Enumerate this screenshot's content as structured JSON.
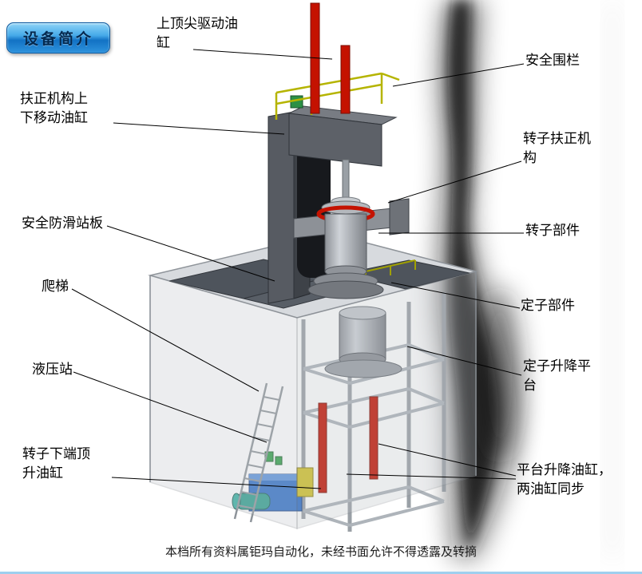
{
  "badge": {
    "label": "设备简介"
  },
  "labels": [
    {
      "id": "top-center-drive-cylinder",
      "text": "上顶尖驱动油\n缸"
    },
    {
      "id": "safety-fence",
      "text": "安全围栏"
    },
    {
      "id": "centering-updown-cylinder",
      "text": "扶正机构上\n下移动油缸"
    },
    {
      "id": "rotor-centering-mechanism",
      "text": "转子扶正机\n构"
    },
    {
      "id": "anti-slip-platform",
      "text": "安全防滑站板"
    },
    {
      "id": "rotor-parts",
      "text": "转子部件"
    },
    {
      "id": "ladder",
      "text": "爬梯"
    },
    {
      "id": "stator-parts",
      "text": "定子部件"
    },
    {
      "id": "hydraulic-station",
      "text": "液压站"
    },
    {
      "id": "stator-lift-platform",
      "text": "定子升降平\n台"
    },
    {
      "id": "rotor-bottom-jack-cylinder",
      "text": "转子下端顶\n升油缸"
    },
    {
      "id": "platform-lift-cylinders",
      "text": "平台升降油缸，\n两油缸同步"
    }
  ],
  "footer": {
    "caption": "本档所有资料属钜玛自动化，未经书面允许不得透露及转摘"
  },
  "colors": {
    "accent_red": "#c41200",
    "badge_blue": "#2e93dd",
    "railing_yellow": "#b5b400",
    "hydraulic_blue": "#2f6fc8",
    "motor_teal": "#2f9e8e",
    "steel_dark": "#575b62",
    "plate_dark": "#4e545c"
  }
}
